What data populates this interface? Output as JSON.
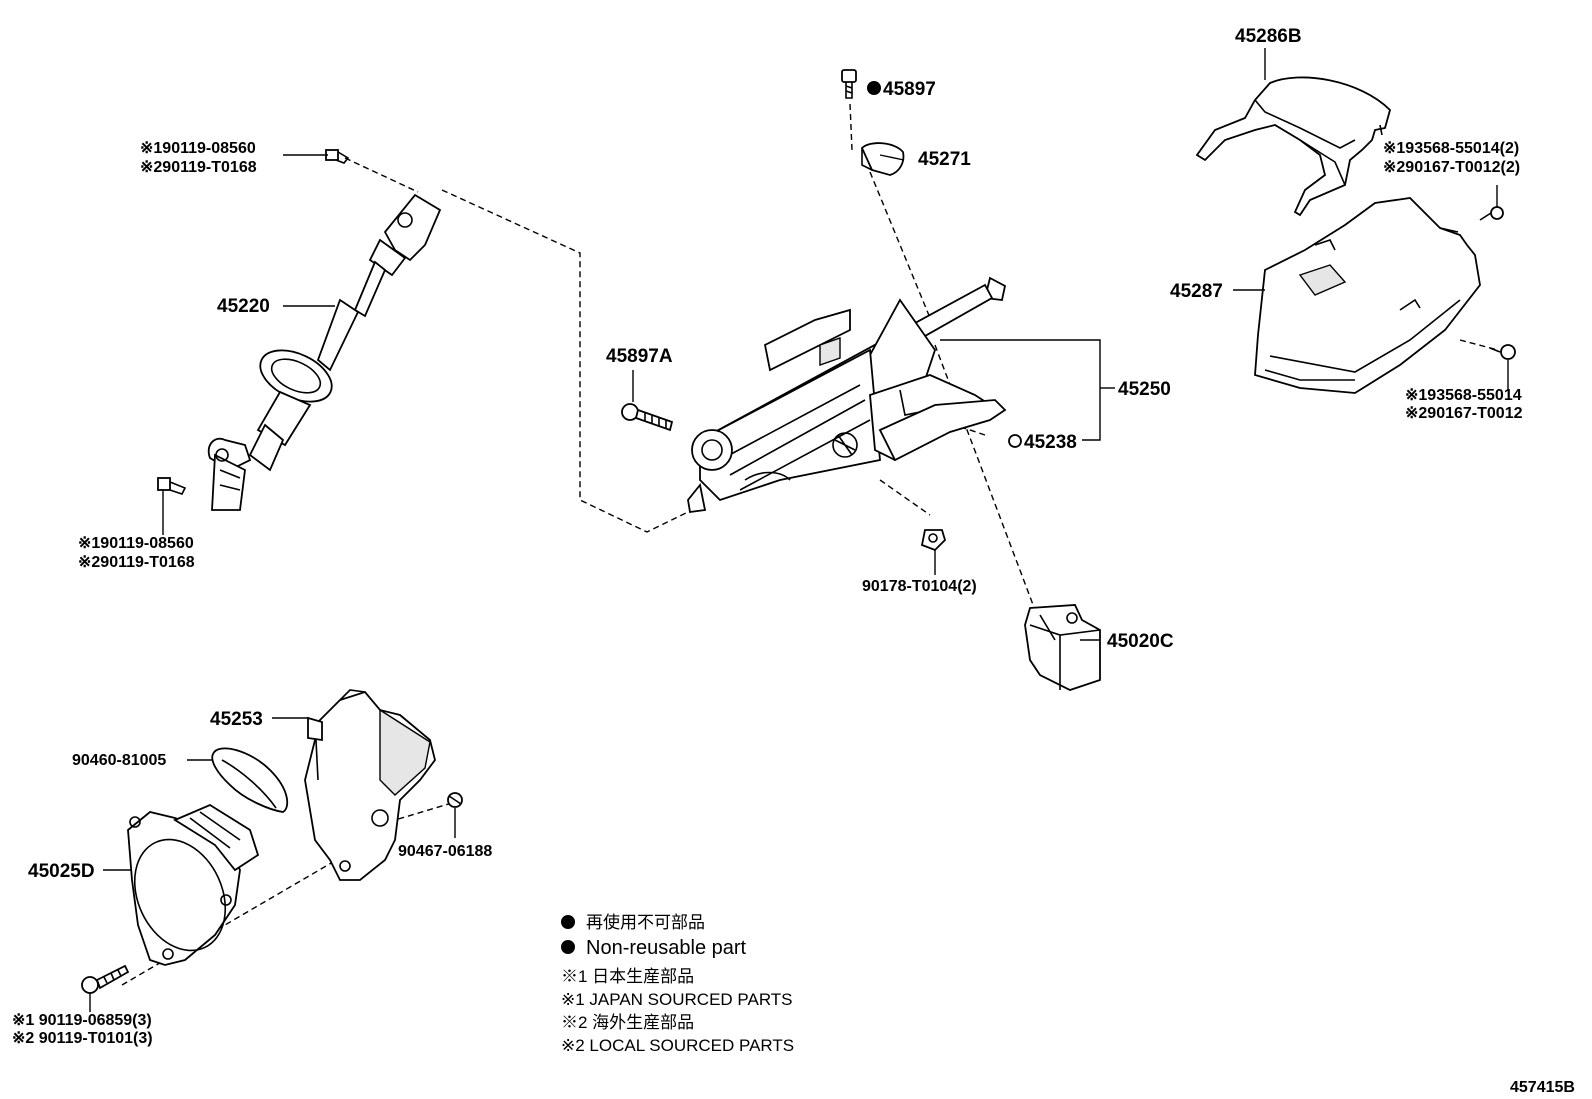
{
  "parts": {
    "p45286B": "45286B",
    "p45897": "45897",
    "p45271": "45271",
    "p45220": "45220",
    "p45897A": "45897A",
    "p45250": "45250",
    "p45238": "45238",
    "p45287": "45287",
    "p45020C": "45020C",
    "p45253": "45253",
    "p45025D": "45025D",
    "p90460": "90460-81005",
    "p90467": "90467-06188",
    "p90178": "90178-T0104(2)",
    "bolt_top_1": "※190119-08560",
    "bolt_top_2": "※290119-T0168",
    "bolt_low_1": "※190119-08560",
    "bolt_low_2": "※290119-T0168",
    "screw_r1_1": "※193568-55014(2)",
    "screw_r1_2": "※290167-T0012(2)",
    "screw_r2_1": "※193568-55014",
    "screw_r2_2": "※290167-T0012",
    "bolt_boot_1": "※1 90119-06859(3)",
    "bolt_boot_2": "※2 90119-T0101(3)"
  },
  "legend": {
    "non_reusable_jp": "再使用不可部品",
    "non_reusable_en": "Non-reusable part",
    "japan_jp": "※1 日本生産部品",
    "japan_en": "※1 JAPAN SOURCED PARTS",
    "local_jp": "※2 海外生産部品",
    "local_en": "※2 LOCAL SOURCED PARTS"
  },
  "figure_id": "457415B"
}
